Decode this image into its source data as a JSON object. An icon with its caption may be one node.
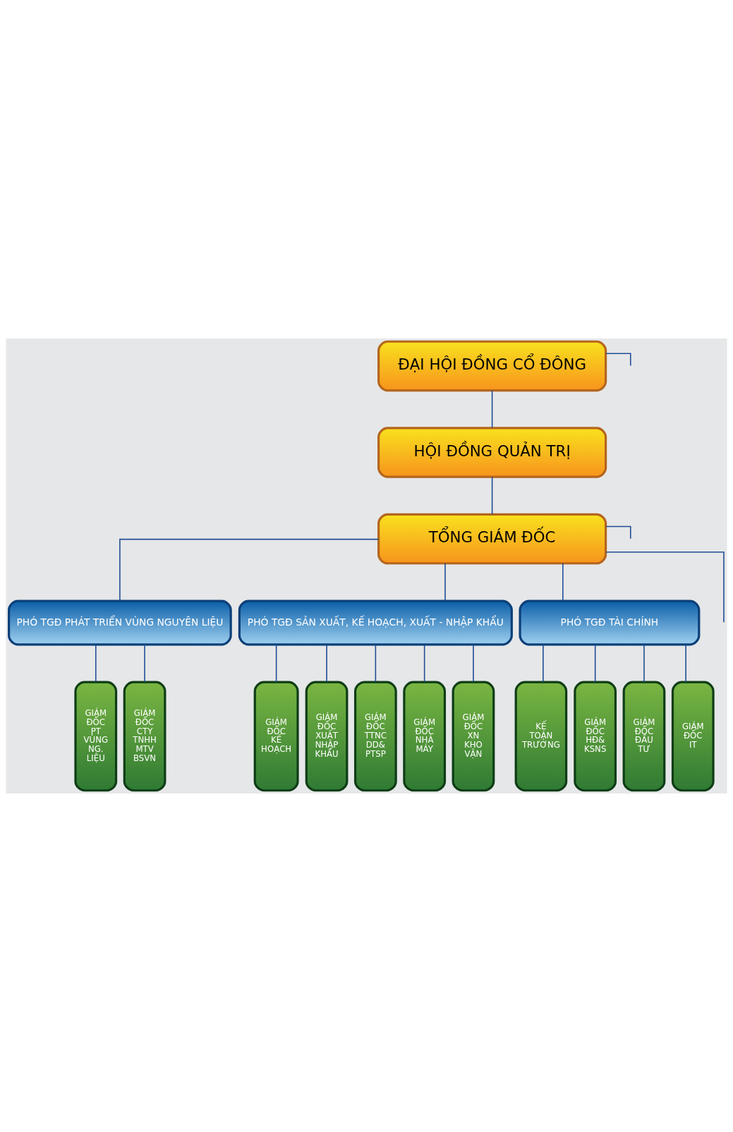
{
  "diagram": {
    "nodes": [
      {
        "text": [
          "ĐẠI HỘI ĐỒNG CỔ ĐÔNG"
        ]
      },
      {
        "text": [
          "HỘI ĐỒNG QUẢN TRỊ"
        ]
      },
      {
        "text": [
          "TỔNG GIÁM ĐỐC"
        ]
      },
      {
        "text": [
          "PHÓ TGĐ PHÁT TRIỂN VÙNG NGUYÊN LIỆU"
        ]
      },
      {
        "text": [
          "PHÓ TGĐ SẢN XUẤT, KẾ HOẠCH, XUẤT - NHẬP KHẨU"
        ]
      },
      {
        "text": [
          "PHÓ TGĐ TÀI CHÍNH"
        ]
      },
      {
        "text": [
          "GIÁM ĐỐC PT VÙNG NG. LIỆU"
        ]
      },
      {
        "text": [
          "GIÁM ĐỐC CTY TNHH MTV BSVN"
        ]
      },
      {
        "text": [
          "GIÁM ĐỐC KẾ HOẠCH"
        ]
      },
      {
        "text": [
          "GIÁM ĐỐC XUẤT NHẬP KHẨU"
        ]
      },
      {
        "text": [
          "GIÁM ĐỐC TTNC DD& PTSP"
        ]
      },
      {
        "text": [
          "GIÁM ĐỐC NHÀ MÁY"
        ]
      },
      {
        "text": [
          "GIÁM ĐỐC XN KHO VẬN"
        ]
      },
      {
        "text": [
          "KẾ TOÁN TRƯỞNG"
        ]
      },
      {
        "text": [
          "GIÁM ĐỐC HĐ& KSNS"
        ]
      },
      {
        "text": [
          "GIÁM ĐỐC ĐẦU TƯ"
        ]
      },
      {
        "text": [
          "GIÁM ĐỐC IT"
        ]
      }
    ],
    "edges": [
      {
        "from": 0,
        "to": 1,
        "arrow": "none"
      },
      {
        "from": 0,
        "to": null,
        "arrow": "none"
      },
      {
        "from": 1,
        "to": 2,
        "arrow": "none"
      },
      {
        "from": 2,
        "to": null,
        "arrow": "none"
      },
      {
        "from": 2,
        "to": 3,
        "arrow": "none"
      },
      {
        "from": 2,
        "to": 4,
        "arrow": "none"
      },
      {
        "from": 2,
        "to": 5,
        "arrow": "none"
      },
      {
        "from": 2,
        "to": null,
        "arrow": "none"
      },
      {
        "from": 3,
        "to": 6,
        "arrow": "none"
      },
      {
        "from": 3,
        "to": 7,
        "arrow": "none"
      },
      {
        "from": 4,
        "to": 8,
        "arrow": "none"
      },
      {
        "from": 4,
        "to": 9,
        "arrow": "none"
      },
      {
        "from": 4,
        "to": 10,
        "arrow": "none"
      },
      {
        "from": 4,
        "to": 11,
        "arrow": "none"
      },
      {
        "from": 4,
        "to": 12,
        "arrow": "none"
      },
      {
        "from": 5,
        "to": 13,
        "arrow": "none"
      },
      {
        "from": 5,
        "to": 14,
        "arrow": "none"
      },
      {
        "from": 5,
        "to": 15,
        "arrow": "none"
      },
      {
        "from": 5,
        "to": 16,
        "arrow": "none"
      }
    ]
  }
}
